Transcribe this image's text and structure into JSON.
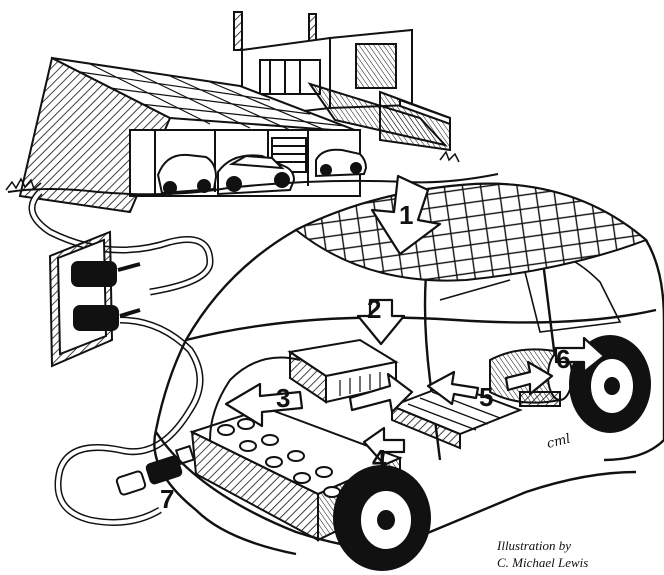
{
  "callouts": {
    "c1": "1",
    "c2": "2",
    "c3": "3",
    "c4": "4",
    "c5": "5",
    "c6": "6",
    "c7": "7"
  },
  "credit": {
    "line1": "Illustration by",
    "line2": "C. Michael Lewis"
  },
  "signature": "cml",
  "colors": {
    "ink": "#111111",
    "paper": "#ffffff"
  }
}
